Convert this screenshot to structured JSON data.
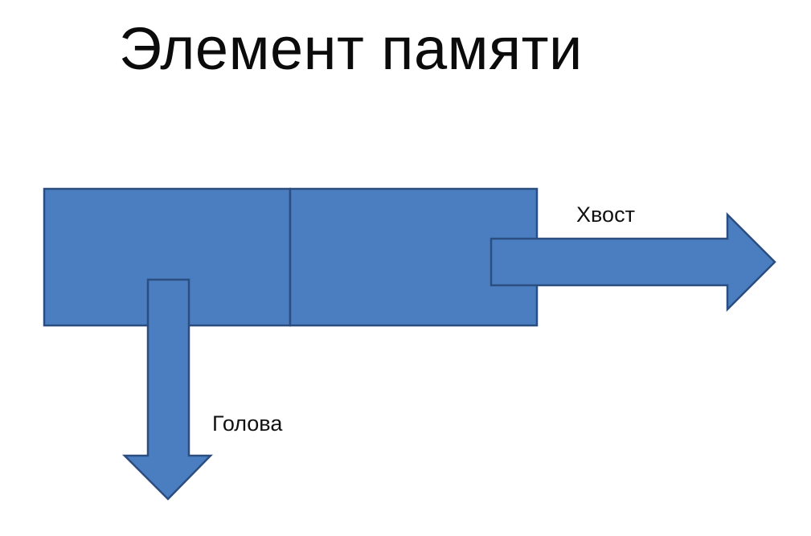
{
  "slide": {
    "title": "Элемент памяти"
  },
  "diagram": {
    "tail_label": "Хвост",
    "head_label": "Голова",
    "colors": {
      "fill": "#4a7ec0",
      "stroke": "#2c4d80"
    }
  }
}
